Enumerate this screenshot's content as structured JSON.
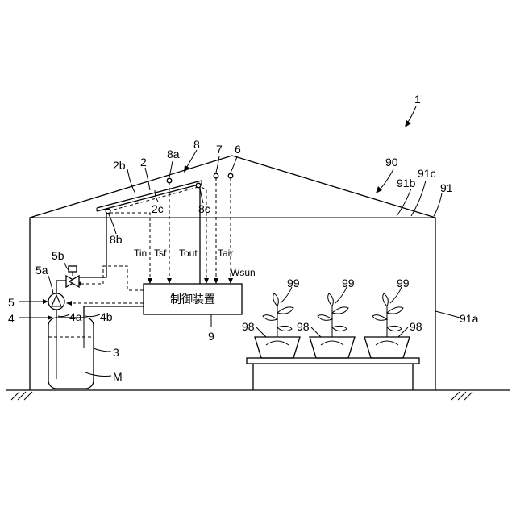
{
  "labels": {
    "system": "1",
    "collector_2": "2",
    "collector_2b": "2b",
    "collector_2c": "2c",
    "tank": "3",
    "pipe_4": "4",
    "pipe_4a": "4a",
    "pipe_4b": "4b",
    "pump_5": "5",
    "pump_5a": "5a",
    "valve_5b": "5b",
    "sensor_6": "6",
    "sensor_7": "7",
    "sensor_8": "8",
    "sensor_8a": "8a",
    "sensor_8b": "8b",
    "sensor_8c": "8c",
    "controller_9": "9",
    "house_90": "90",
    "wall_91": "91",
    "wall_91a": "91a",
    "roof_91b": "91b",
    "roof_91c": "91c",
    "pot_98": "98",
    "plant_99": "99",
    "medium_M": "M"
  },
  "controller": {
    "text": "制御装置"
  },
  "signals": {
    "tin": "Tin",
    "tsf": "Tsf",
    "tout": "Tout",
    "tair": "Tair",
    "wsun": "Wsun"
  }
}
